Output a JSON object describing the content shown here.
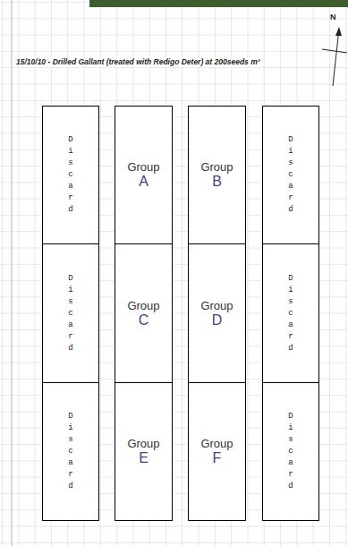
{
  "diagram": {
    "title": "15/10/10 - Drilled Gallant (treated with Redigo Deter) at 200seeds m²",
    "nodes": [
      {
        "text": [
          "Discard"
        ]
      },
      {
        "text": [
          "Group",
          "A"
        ]
      },
      {
        "text": [
          "Group",
          "B"
        ]
      },
      {
        "text": [
          "Discard"
        ]
      },
      {
        "text": [
          "Discard"
        ]
      },
      {
        "text": [
          "Group",
          "C"
        ]
      },
      {
        "text": [
          "Group",
          "D"
        ]
      },
      {
        "text": [
          "Discard"
        ]
      },
      {
        "text": [
          "Discard"
        ]
      },
      {
        "text": [
          "Group",
          "E"
        ]
      },
      {
        "text": [
          "Group",
          "F"
        ]
      },
      {
        "text": [
          "Discard"
        ]
      }
    ],
    "labels": [
      "N"
    ]
  }
}
